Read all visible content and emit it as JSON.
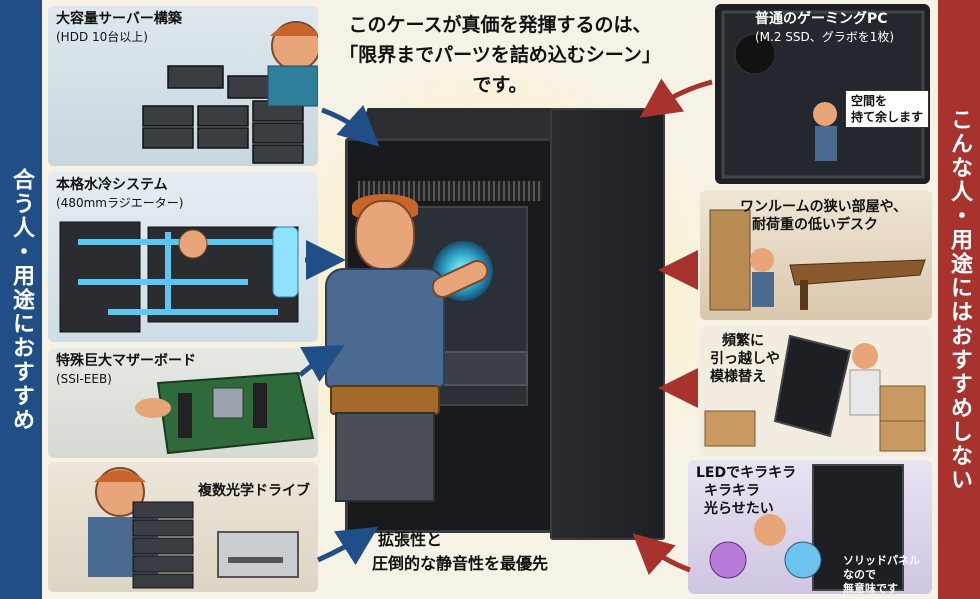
{
  "sidebars": {
    "left": "合う人・用途におすすめ",
    "right": "こんな人・用途にはおすすめしない"
  },
  "headline": {
    "line1": "このケースが真価を発揮するのは、",
    "line2": "「限界までパーツを詰め込むシーン」です。"
  },
  "left_panels": [
    {
      "title": "大容量サーバー構築",
      "sub": "(HDD 10台以上)"
    },
    {
      "title": "本格水冷システム",
      "sub": "(480mmラジエーター)"
    },
    {
      "title": "特殊巨大マザーボード",
      "sub": "(SSI-EEB)"
    },
    {
      "title": "複数光学ドライブ",
      "sub": ""
    }
  ],
  "right_panels": [
    {
      "title": "普通のゲーミングPC",
      "sub": "(M.2 SSD、グラボを1枚)",
      "bubble": "空間を\n持て余します"
    },
    {
      "title": "ワンルームの狭い部屋や、",
      "sub": "耐荷重の低いデスク"
    },
    {
      "title": "頻繁に",
      "sub": "引っ越しや\n模様替え"
    },
    {
      "title": "LEDでキラキラ",
      "sub": "キラキラ\n光らせたい",
      "bubble": "ソリッドパネルなので\n無意味です"
    }
  ],
  "center_tagline": {
    "line1": "拡張性と",
    "line2": "圧倒的な静音性を最優先"
  },
  "colors": {
    "left_bar": "#1f4f86",
    "right_bar": "#a8322d",
    "arrow_left": "#1f4f86",
    "arrow_right": "#a8322d"
  }
}
